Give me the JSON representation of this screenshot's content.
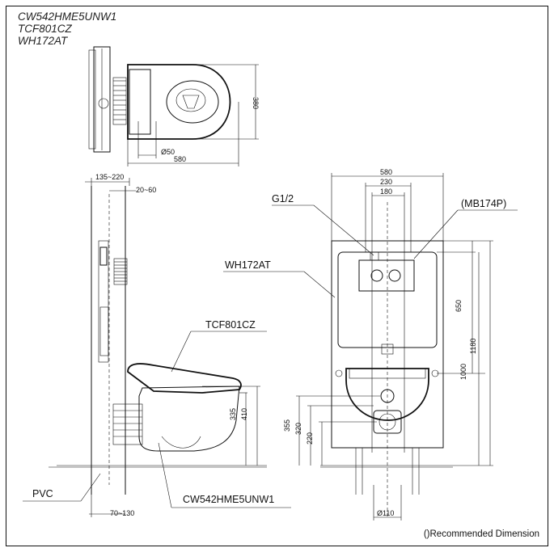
{
  "models": [
    "CW542HME5UNW1",
    "TCF801CZ",
    "WH172AT"
  ],
  "top_view": {
    "dim_depth": "380",
    "dim_outlet": "Ø50",
    "dim_length": "580"
  },
  "side_view": {
    "dim_frame_offset": "135~220",
    "dim_wall_offset": "20~60",
    "dim_seat_height": "335",
    "dim_rim_height": "410",
    "dim_floor_offset": "70~130",
    "label_seat": "TCF801CZ",
    "label_bowl": "CW542HME5UNW1",
    "label_pipe": "PVC"
  },
  "front_view": {
    "dim_frame_width": "580",
    "dim_tank_width": "230",
    "dim_inlet_spacing": "180",
    "dim_tank_height": "650",
    "dim_frame_height": "1180",
    "dim_pan_height": "1000",
    "dim_upper_outlet": "355",
    "dim_mid_outlet": "320",
    "dim_lower_outlet": "220",
    "dim_drain": "Ø110",
    "label_inlet": "G1/2",
    "label_plate": "(MB174P)",
    "label_frame": "WH172AT"
  },
  "footnote": "()Recommended Dimension"
}
